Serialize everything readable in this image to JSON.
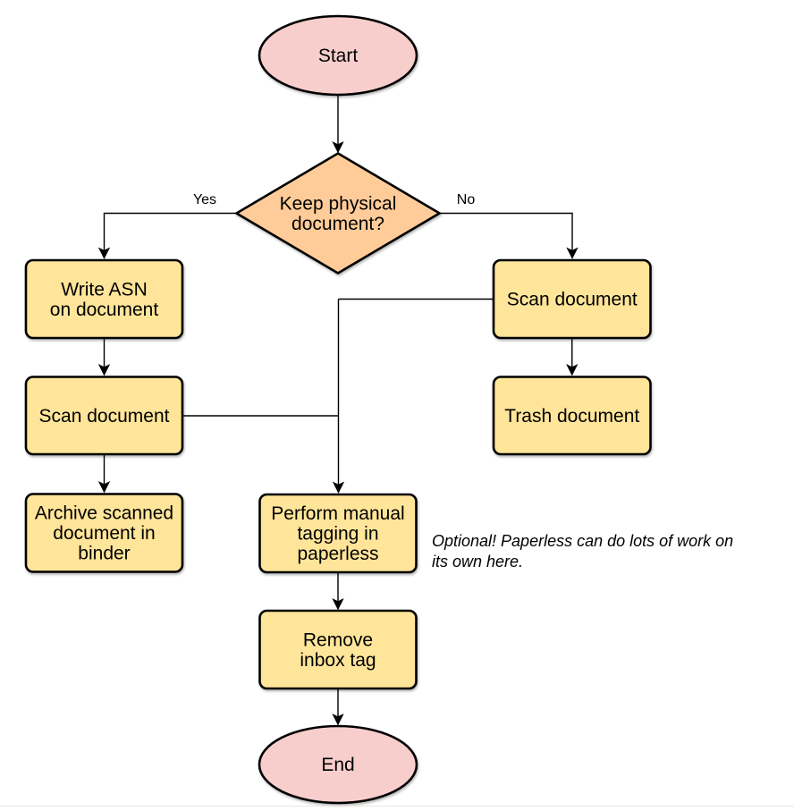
{
  "colors": {
    "terminal_fill": "#f8cecc",
    "decision_fill": "#ffcc99",
    "process_fill": "#ffe599",
    "stroke": "#000000",
    "page_edge": "#e9e9df"
  },
  "flowchart": {
    "start": {
      "label": "Start"
    },
    "decision": {
      "label_line1": "Keep physical",
      "label_line2": "document?"
    },
    "branch_yes": {
      "label": "Yes"
    },
    "branch_no": {
      "label": "No"
    },
    "write_asn": {
      "label_line1": "Write ASN",
      "label_line2": "on document"
    },
    "scan_left": {
      "label": "Scan document"
    },
    "archive": {
      "label_line1": "Archive scanned",
      "label_line2": "document in",
      "label_line3": "binder"
    },
    "scan_right": {
      "label": "Scan document"
    },
    "trash": {
      "label": "Trash document"
    },
    "tagging": {
      "label_line1": "Perform manual",
      "label_line2": "tagging in",
      "label_line3": "paperless"
    },
    "remove_inbox": {
      "label_line1": "Remove",
      "label_line2": "inbox tag"
    },
    "end": {
      "label": "End"
    },
    "note": {
      "line1": "Optional! Paperless can do lots of work on",
      "line2": "its own here."
    }
  }
}
